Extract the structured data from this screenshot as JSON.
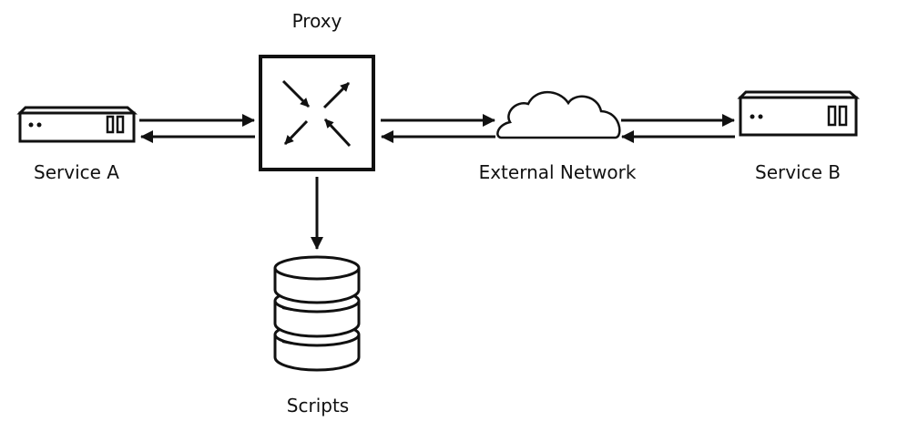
{
  "diagram": {
    "nodes": {
      "proxy": {
        "label": "Proxy",
        "icon": "proxy-arrows-icon"
      },
      "service_a": {
        "label": "Service A",
        "icon": "server-icon"
      },
      "external_network": {
        "label": "External Network",
        "icon": "cloud-icon"
      },
      "service_b": {
        "label": "Service B",
        "icon": "server-icon"
      },
      "scripts": {
        "label": "Scripts",
        "icon": "database-icon"
      }
    },
    "edges": [
      {
        "from": "Service A",
        "to": "Proxy",
        "bidirectional": true
      },
      {
        "from": "Proxy",
        "to": "External Network",
        "bidirectional": true
      },
      {
        "from": "External Network",
        "to": "Service B",
        "bidirectional": true
      },
      {
        "from": "Proxy",
        "to": "Scripts",
        "bidirectional": false
      }
    ]
  },
  "colors": {
    "stroke": "#111111",
    "background": "#ffffff"
  }
}
